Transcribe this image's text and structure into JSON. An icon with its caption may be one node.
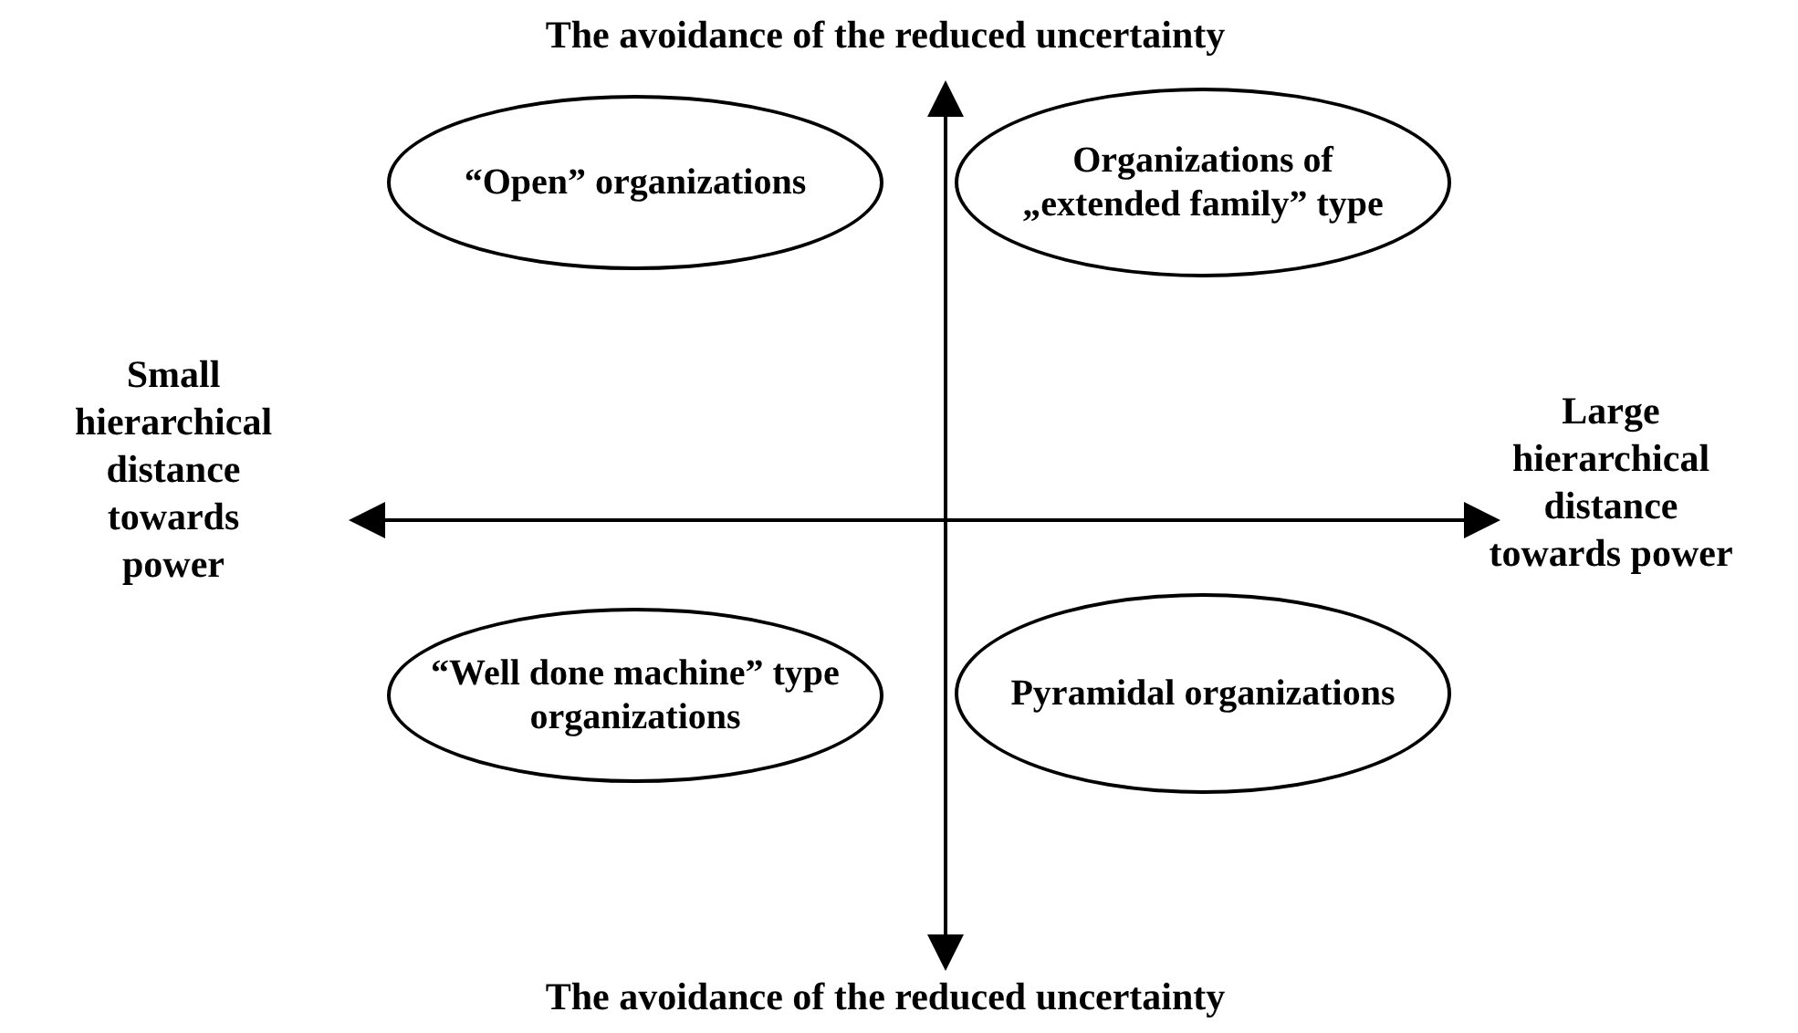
{
  "diagram": {
    "nodes": [
      {
        "text": [
          "“Open” organizations"
        ]
      },
      {
        "text": [
          "Organizations of „extended family” type"
        ]
      },
      {
        "text": [
          "“Well done machine” type organizations"
        ]
      },
      {
        "text": [
          "Pyramidal organizations"
        ]
      }
    ],
    "edges": [],
    "labels": [
      "The avoidance of the reduced uncertainty",
      "Small hierarchical distance towards power",
      "Large hierarchical distance towards power",
      "The avoidance of the reduced uncertainty"
    ]
  }
}
